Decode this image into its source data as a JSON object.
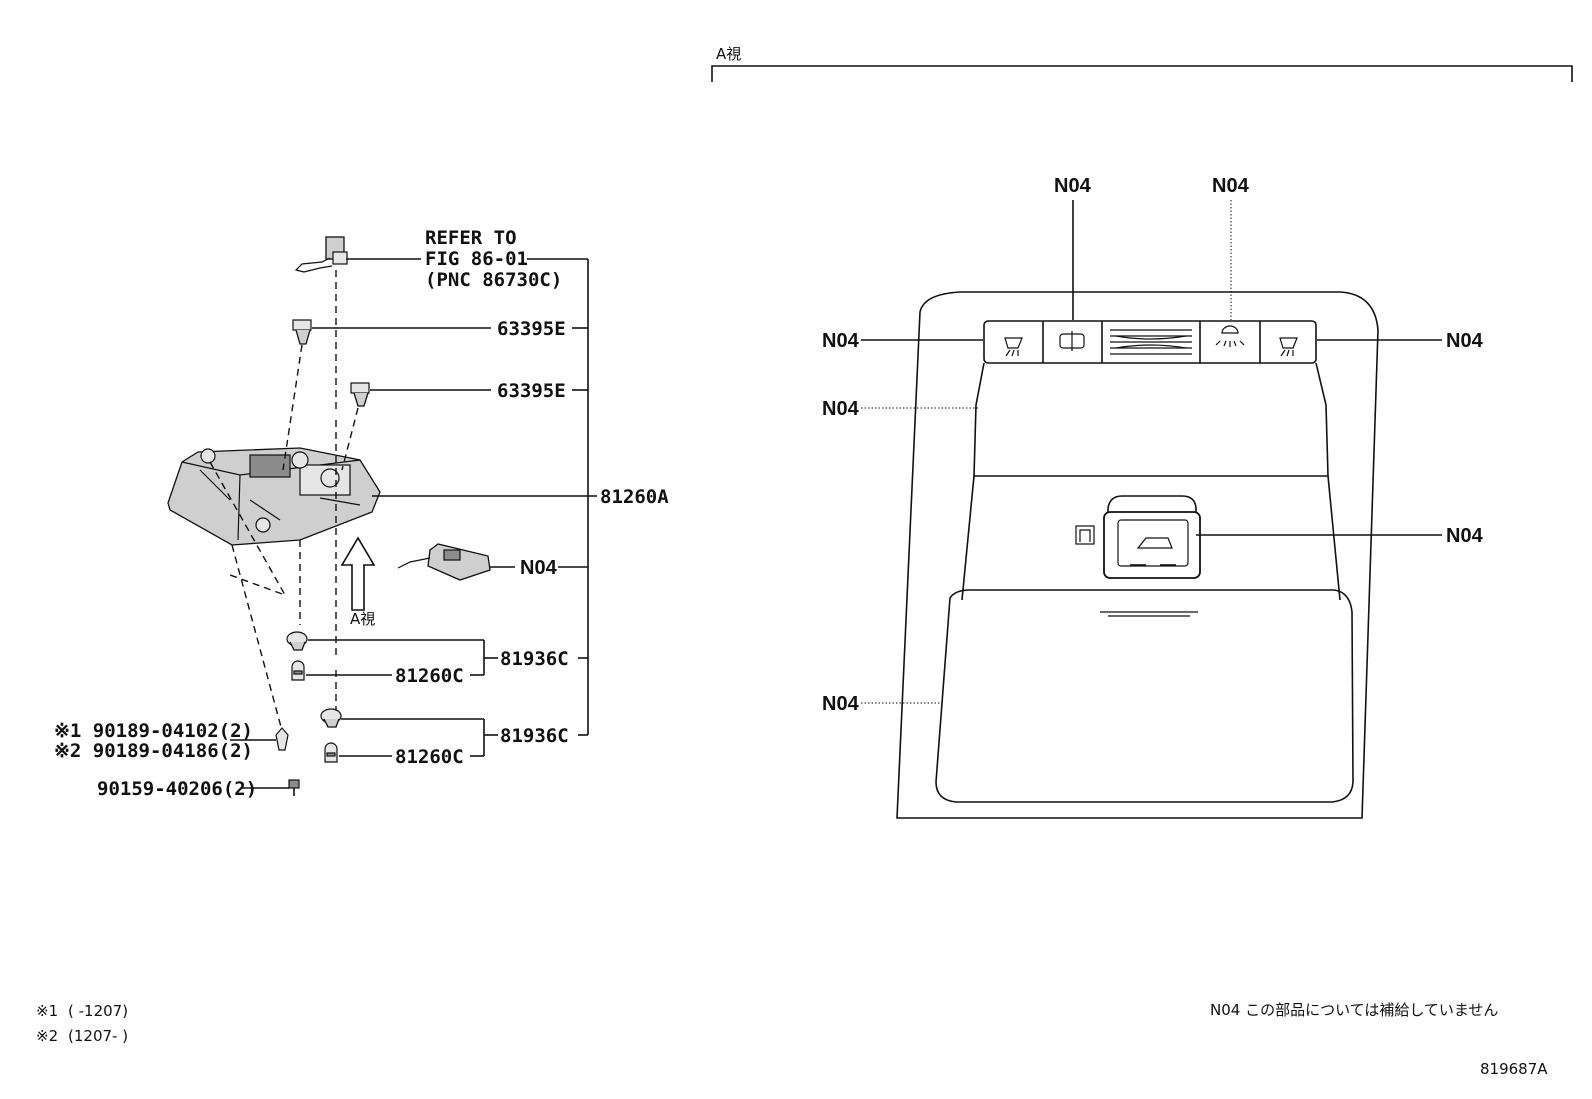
{
  "view_label": "A視",
  "refer": {
    "line1": "REFER TO",
    "line2": "FIG 86-01",
    "line3": "(PNC 86730C)"
  },
  "parts": {
    "clip_1": "63395E",
    "clip_2": "63395E",
    "lamp_assy": "81260A",
    "bracket": "N04",
    "socket_1": "81936C",
    "socket_2": "81936C",
    "bulb_1": "81260C",
    "bulb_2": "81260C",
    "screw_1": "※1 90189-04102(2)",
    "screw_2": "※2 90189-04186(2)",
    "bolt": "90159-40206(2)"
  },
  "arrow_label": "A視",
  "view_callouts": {
    "top_left": "N04",
    "top_right": "N04",
    "left_upper": "N04",
    "left_middle": "N04",
    "left_lower": "N04",
    "right_upper": "N04",
    "right_middle": "N04"
  },
  "notes": {
    "note1_mark": "※1",
    "note1_text": "(      -1207)",
    "note2_mark": "※2",
    "note2_text": "(1207-      )",
    "supply_note": "N04 この部品については補給していません"
  },
  "figure_id": "819687A"
}
